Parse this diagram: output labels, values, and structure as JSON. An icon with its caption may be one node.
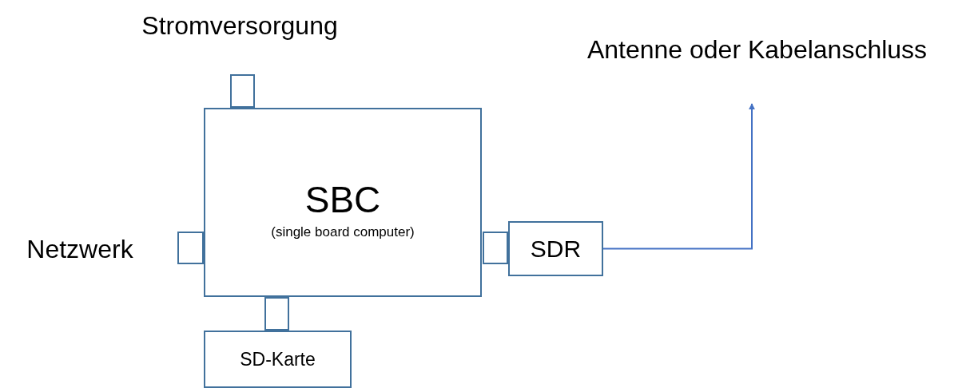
{
  "diagram": {
    "nodes": [
      {
        "text": [
          "SBC",
          "(single board computer)"
        ]
      },
      {
        "text": [],
        "shape": "box"
      },
      {
        "text": [],
        "shape": "box"
      },
      {
        "text": [],
        "shape": "box"
      },
      {
        "text": [],
        "shape": "box"
      },
      {
        "text": [
          "SDR"
        ]
      },
      {
        "text": [
          "SD-Karte"
        ]
      },
      {
        "text": [
          "Antenne oder Kabelanschluss"
        ]
      }
    ],
    "edges": [
      {
        "from": 5,
        "to": 7,
        "arrow": "to"
      }
    ],
    "labels": [
      "Stromversorgung",
      "Netzwerk"
    ]
  }
}
